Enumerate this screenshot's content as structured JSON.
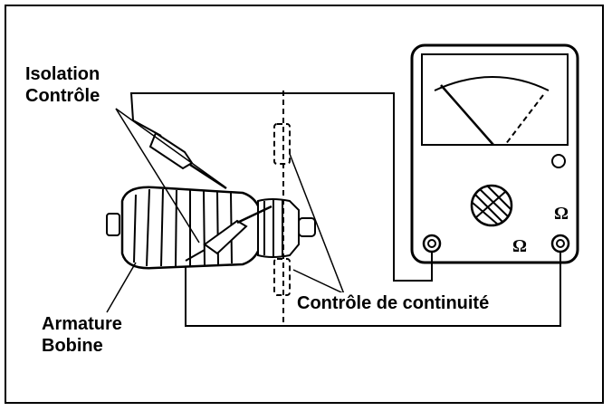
{
  "labels": {
    "isolation_line1": "Isolation",
    "isolation_line2": "Contrôle",
    "armature_line1": "Armature",
    "armature_line2": "Bobine",
    "continuity": "Contrôle de continuité"
  },
  "meter": {
    "terminal_symbol_right": "Ω",
    "terminal_symbol_bottom": "Ω"
  },
  "colors": {
    "ink": "#000000",
    "paper": "#ffffff"
  },
  "icons": [
    "ohmmeter-icon",
    "armature-icon",
    "test-probe-icon"
  ]
}
